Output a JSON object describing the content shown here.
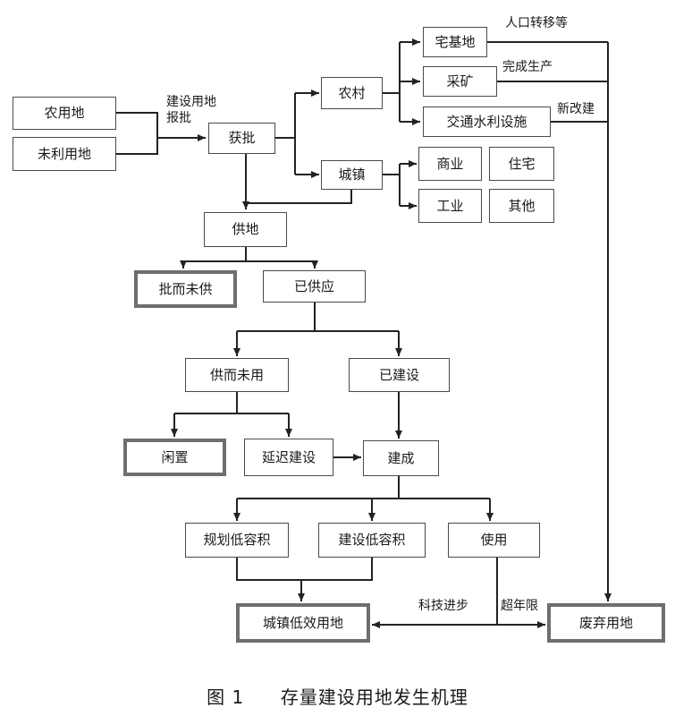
{
  "nodes": {
    "nongyongdi": "农用地",
    "weiliyongdi": "未利用地",
    "huopi": "获批",
    "nongcun": "农村",
    "chengzhen": "城镇",
    "zhaijidi": "宅基地",
    "caikuang": "采矿",
    "jiaotong": "交通水利设施",
    "shangye": "商业",
    "zhuzhai": "住宅",
    "gongye": "工业",
    "qita": "其他",
    "gongdi": "供地",
    "pierweigong": "批而未供",
    "yigongying": "已供应",
    "gongerweiyong": "供而未用",
    "yijianshe": "已建设",
    "xianzhi": "闲置",
    "yanchijianshe": "延迟建设",
    "jiancheng": "建成",
    "guihuadirongji": "规划低容积",
    "jianshedirongji": "建设低容积",
    "shiyong": "使用",
    "chengzhendixiao": "城镇低效用地",
    "feiqiyongdi": "废弃用地"
  },
  "edge_labels": {
    "jianshe_line1": "建设用地",
    "jianshe_line2": "报批",
    "renkou": "人口转移等",
    "wancheng": "完成生产",
    "xingaijian": "新改建",
    "keji": "科技进步",
    "chaonianxian": "超年限"
  },
  "caption": {
    "number": "图 1",
    "title": "存量建设用地发生机理"
  }
}
